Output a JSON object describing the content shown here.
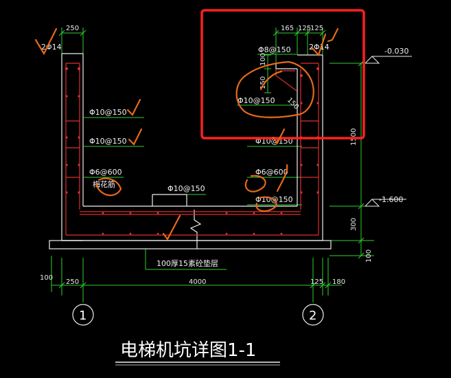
{
  "drawing": {
    "title": "电梯机坑详图1-1",
    "colors": {
      "background": "#000000",
      "wall": "#ffffff",
      "rebar": "#e03030",
      "dimension": "#30d030",
      "annotation": "#e86a1a",
      "highlight": "#ff2020"
    },
    "dimensions": {
      "top_left": "250",
      "top_right_1": "165",
      "top_right_2": "125",
      "top_right_3": "125",
      "right_vert_100": "100",
      "right_vert_150": "150",
      "right_1500": "1500",
      "right_300": "300",
      "right_100": "100",
      "bottom_left_100": "100",
      "bottom_250": "250",
      "bottom_4000": "4000",
      "bottom_125": "125",
      "bottom_180": "180",
      "hook_150": "150"
    },
    "labels": {
      "top_left_bars": "2Φ14",
      "top_right_bars": "2Φ14",
      "rebar_top_stirrup": "Φ8@150",
      "rebar_top_inner": "Φ10@150",
      "left_bar_1": "Φ10@150",
      "left_bar_2": "Φ10@150",
      "left_bar_3": "Φ6@600",
      "left_bar_note": "梅花筋",
      "right_bar_1": "Φ10@150",
      "right_bar_2": "Φ6@600",
      "right_bar_3": "Φ10@150",
      "bottom_slab_bar": "Φ10@150",
      "cushion": "100厚15素砼垫层"
    },
    "elevations": {
      "top": "-0.030",
      "bottom": "-1.600"
    },
    "grid_axes": [
      "1",
      "2"
    ]
  }
}
